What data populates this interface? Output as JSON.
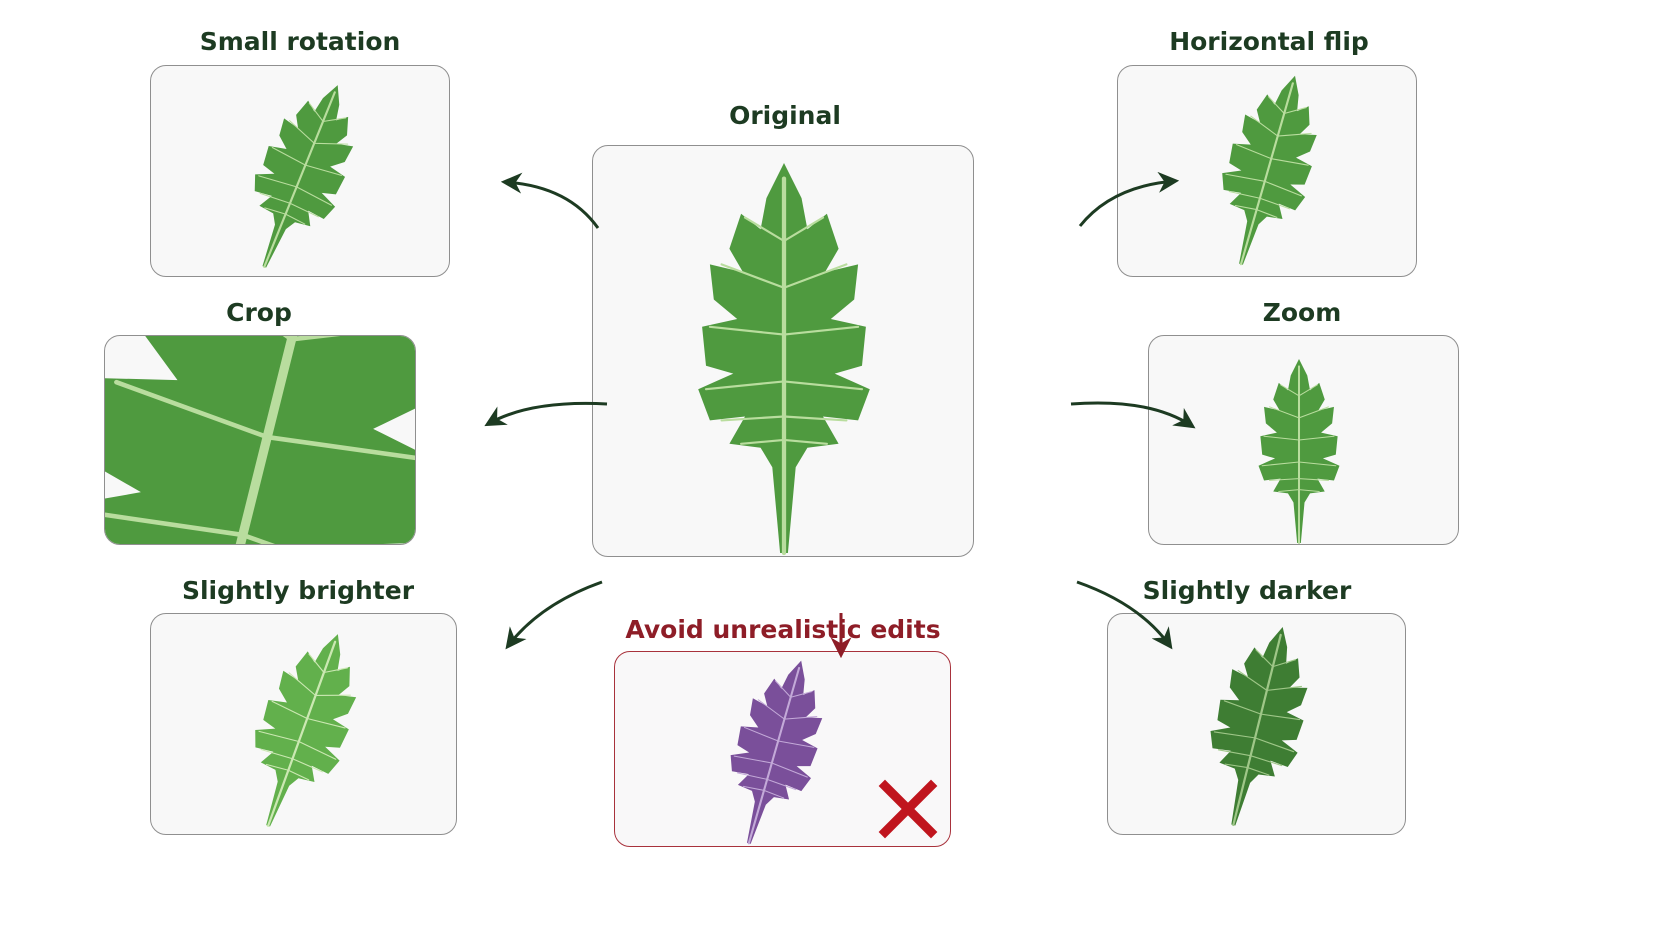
{
  "original": {
    "label": "Original"
  },
  "augmentations": [
    {
      "id": "small-rotation",
      "label": "Small rotation"
    },
    {
      "id": "horizontal-flip",
      "label": "Horizontal flip"
    },
    {
      "id": "crop",
      "label": "Crop"
    },
    {
      "id": "zoom",
      "label": "Zoom"
    },
    {
      "id": "slightly-brighter",
      "label": "Slightly brighter"
    },
    {
      "id": "slightly-darker",
      "label": "Slightly darker"
    }
  ],
  "warning": {
    "label": "Avoid unrealistic edits",
    "icon": "cross-mark-icon"
  },
  "colors": {
    "leaf_green": "#4f9a3f",
    "leaf_bright": "#62b04c",
    "leaf_dark": "#3e7d33",
    "leaf_purple": "#7a4f9a",
    "arrow_dark": "#1d3b22",
    "arrow_warn": "#8e1d27",
    "cross": "#c0151e"
  }
}
